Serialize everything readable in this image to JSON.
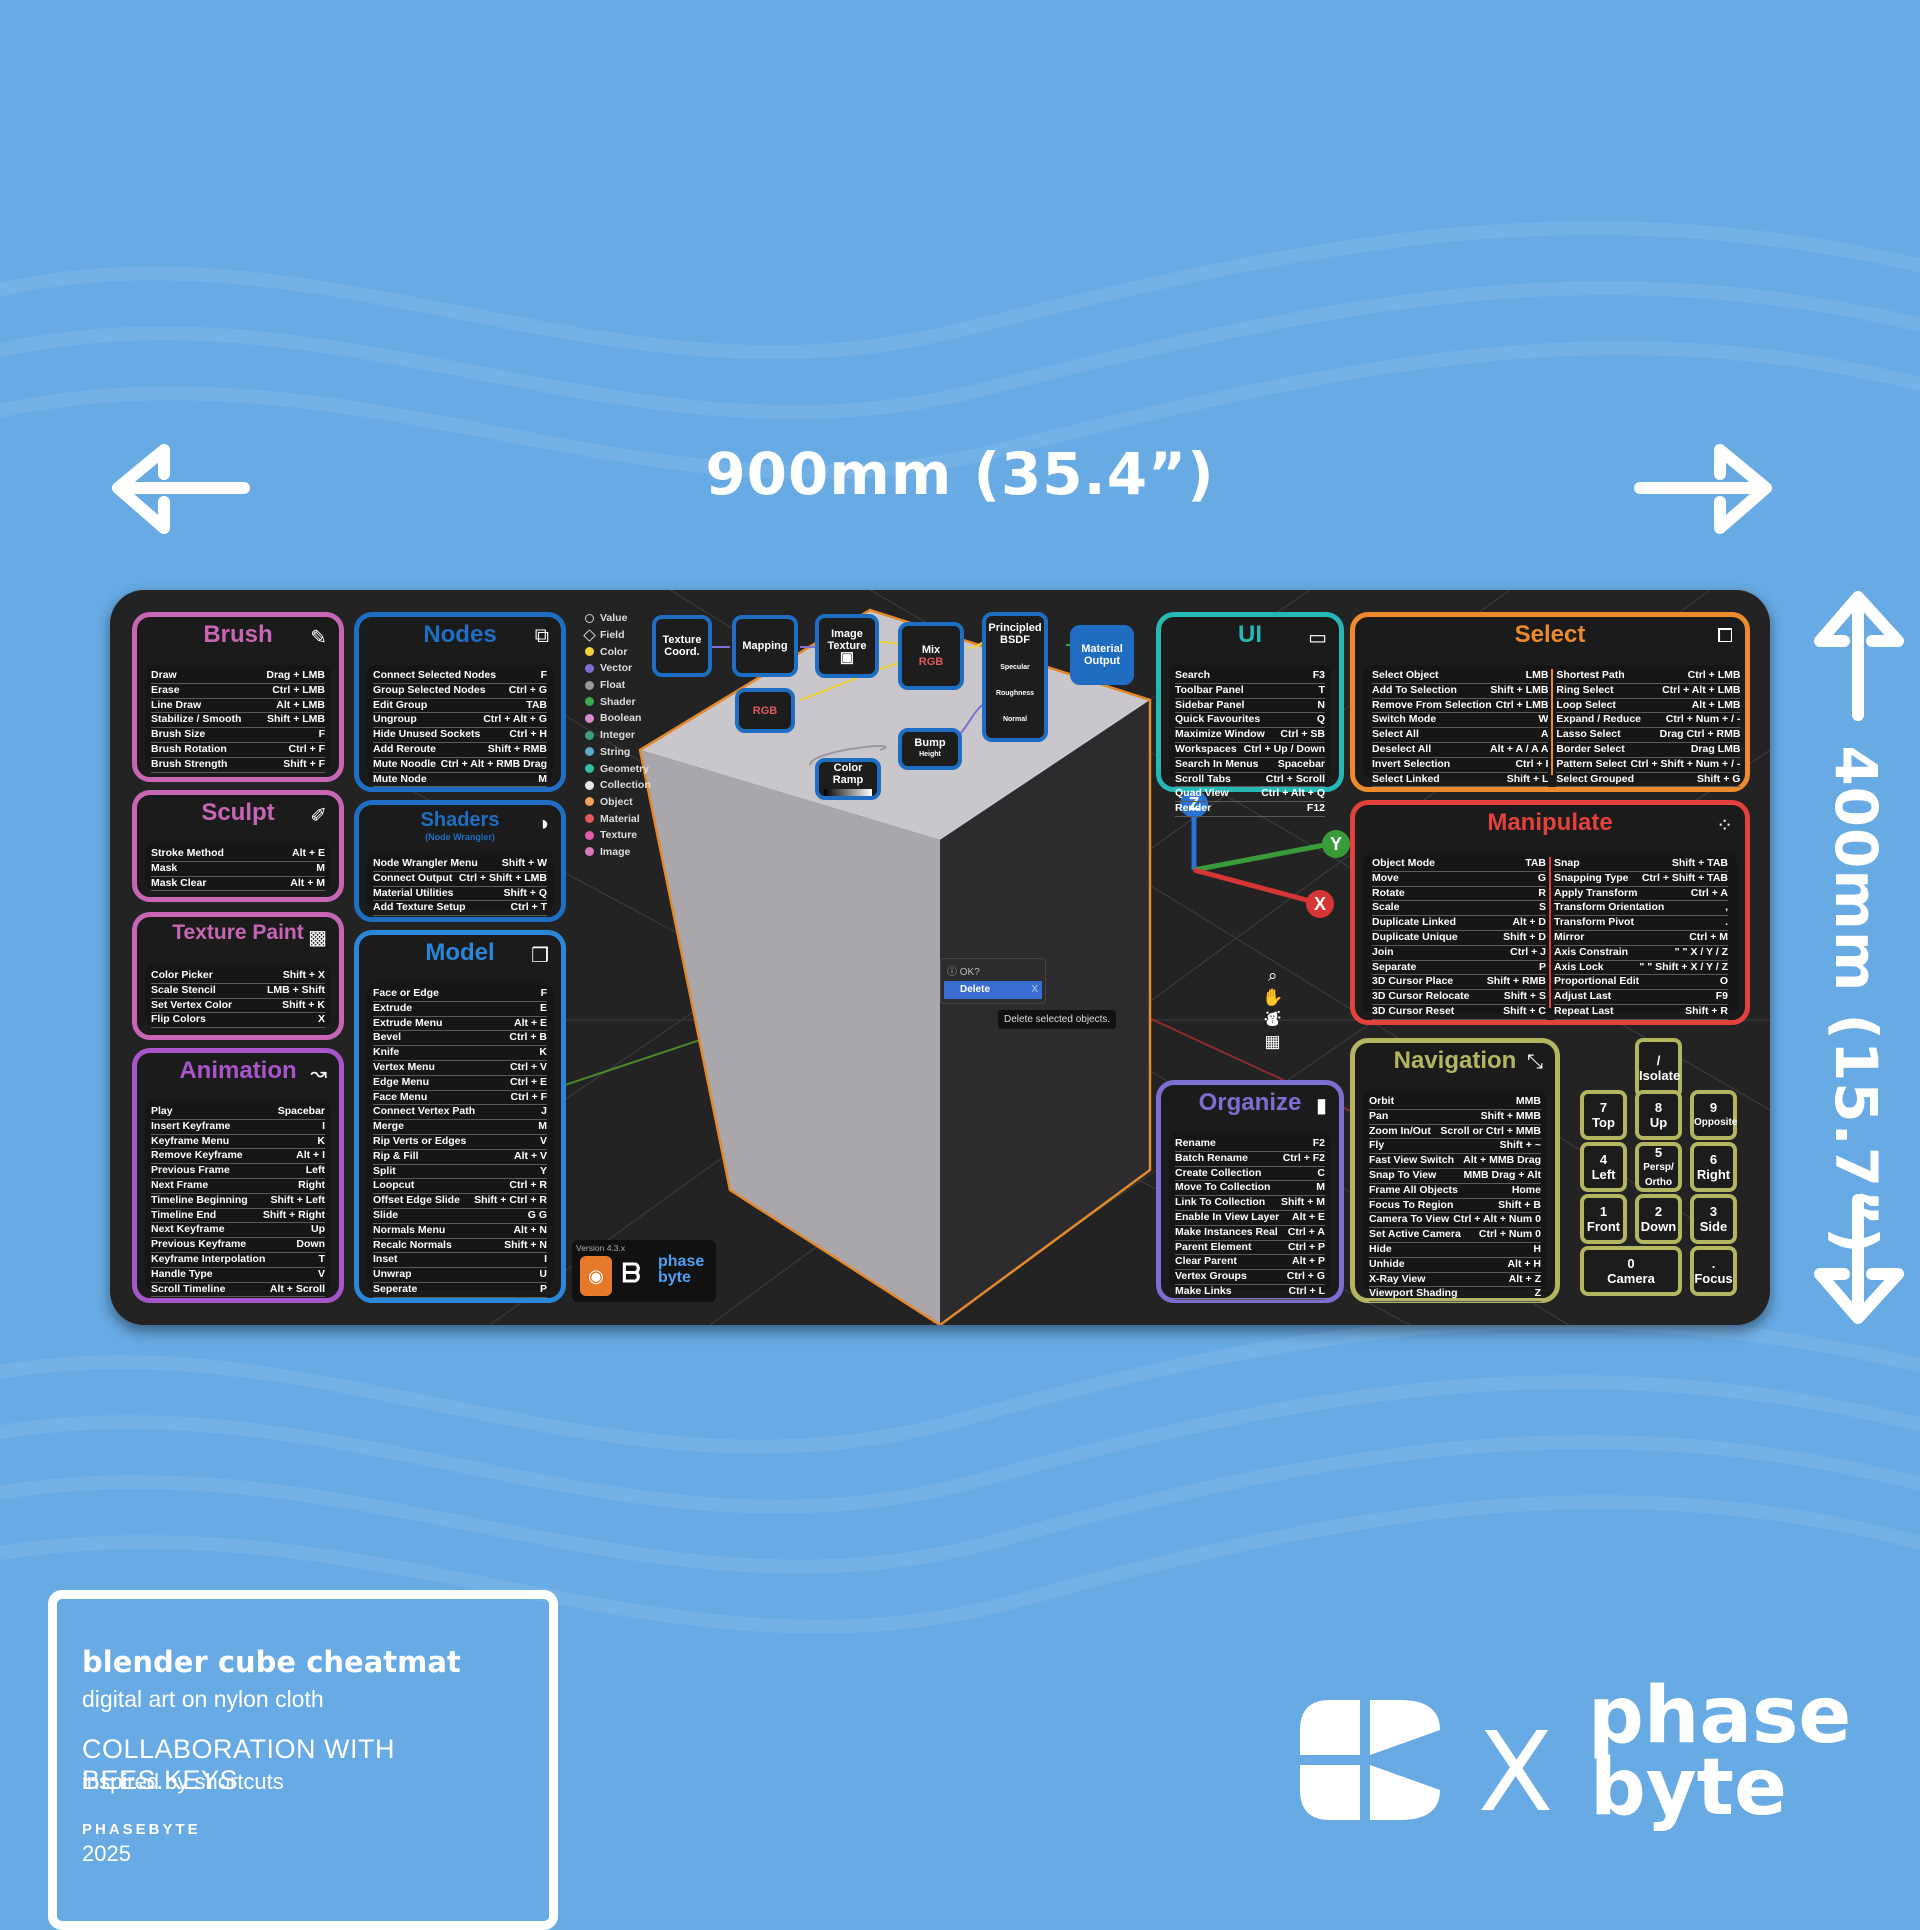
{
  "dimensions": {
    "width_label": "900mm (35.4”)",
    "height_label": "400mm (15.7”)"
  },
  "legend": [
    {
      "label": "Value",
      "color": "#cfcfcf"
    },
    {
      "label": "Field",
      "color": "#cfcfcf"
    },
    {
      "label": "Color",
      "color": "#f0d23a"
    },
    {
      "label": "Vector",
      "color": "#7d6fd6"
    },
    {
      "label": "Float",
      "color": "#9a9a9a"
    },
    {
      "label": "Shader",
      "color": "#3ea84a"
    },
    {
      "label": "Boolean",
      "color": "#d18fd0"
    },
    {
      "label": "Integer",
      "color": "#3f9e7a"
    },
    {
      "label": "String",
      "color": "#5fa6c8"
    },
    {
      "label": "Geometry",
      "color": "#2fc0a0"
    },
    {
      "label": "Collection",
      "color": "#e8e8e8"
    },
    {
      "label": "Object",
      "color": "#f0a35a"
    },
    {
      "label": "Material",
      "color": "#e05a5a"
    },
    {
      "label": "Texture",
      "color": "#e25ca8"
    },
    {
      "label": "Image",
      "color": "#d77ab8"
    }
  ],
  "nodes": {
    "texture_coord": "Texture Coord.",
    "mapping": "Mapping",
    "image_texture": "Image Texture",
    "mix": "Mix",
    "mix_rgb": "RGB",
    "principled": "Principled BSDF",
    "specular": "Specular",
    "roughness": "Roughness",
    "normal": "Normal",
    "material_output": "Material Output",
    "rgb": "RGB",
    "bump": "Bump",
    "height": "Height",
    "color_ramp": "Color Ramp"
  },
  "dialog": {
    "question": "OK?",
    "action": "Delete",
    "close": "X",
    "tooltip": "Delete selected objects."
  },
  "gizmo": {
    "z": "Z",
    "y": "Y",
    "x": "X"
  },
  "version": {
    "label": "Version 4.3.x",
    "blender": "blender",
    "brand1": "phase",
    "brand2": "byte"
  },
  "panels": {
    "brush": {
      "title": "Brush",
      "color": "#c866b6",
      "rows": [
        [
          "Draw",
          "Drag + LMB"
        ],
        [
          "Erase",
          "Ctrl + LMB"
        ],
        [
          "Line Draw",
          "Alt + LMB"
        ],
        [
          "Stabilize / Smooth",
          "Shift + LMB"
        ],
        [
          "Brush Size",
          "F"
        ],
        [
          "Brush Rotation",
          "Ctrl + F"
        ],
        [
          "Brush Strength",
          "Shift + F"
        ]
      ]
    },
    "sculpt": {
      "title": "Sculpt",
      "color": "#c866b6",
      "rows": [
        [
          "Stroke Method",
          "Alt + E"
        ],
        [
          "Mask",
          "M"
        ],
        [
          "Mask Clear",
          "Alt + M"
        ]
      ]
    },
    "texture_paint": {
      "title": "Texture Paint",
      "color": "#c866b6",
      "rows": [
        [
          "Color Picker",
          "Shift + X"
        ],
        [
          "Scale Stencil",
          "LMB + Shift"
        ],
        [
          "Set Vertex Color",
          "Shift + K"
        ],
        [
          "Flip Colors",
          "X"
        ]
      ]
    },
    "animation": {
      "title": "Animation",
      "color": "#a855c9",
      "rows": [
        [
          "Play",
          "Spacebar"
        ],
        [
          "Insert Keyframe",
          "I"
        ],
        [
          "Keyframe Menu",
          "K"
        ],
        [
          "Remove Keyframe",
          "Alt + I"
        ],
        [
          "Previous Frame",
          "Left"
        ],
        [
          "Next Frame",
          "Right"
        ],
        [
          "Timeline Beginning",
          "Shift + Left"
        ],
        [
          "Timeline End",
          "Shift + Right"
        ],
        [
          "Next Keyframe",
          "Up"
        ],
        [
          "Previous Keyframe",
          "Down"
        ],
        [
          "Keyframe Interpolation",
          "T"
        ],
        [
          "Handle Type",
          "V"
        ],
        [
          "Scroll Timeline",
          "Alt + Scroll"
        ]
      ]
    },
    "nodes": {
      "title": "Nodes",
      "color": "#1e6ec4",
      "rows": [
        [
          "Connect Selected Nodes",
          "F"
        ],
        [
          "Group Selected Nodes",
          "Ctrl + G"
        ],
        [
          "Edit Group",
          "TAB"
        ],
        [
          "Ungroup",
          "Ctrl + Alt + G"
        ],
        [
          "Hide Unused Sockets",
          "Ctrl + H"
        ],
        [
          "Add Reroute",
          "Shift + RMB"
        ],
        [
          "Mute Noodle",
          "Ctrl + Alt + RMB Drag"
        ],
        [
          "Mute Node",
          "M"
        ]
      ]
    },
    "shaders": {
      "title": "Shaders",
      "subtitle": "(Node Wrangler)",
      "color": "#1e6ec4",
      "rows": [
        [
          "Node Wrangler Menu",
          "Shift + W"
        ],
        [
          "Connect Output",
          "Ctrl + Shift + LMB"
        ],
        [
          "Material Utilities",
          "Shift + Q"
        ],
        [
          "Add Texture Setup",
          "Ctrl + T"
        ]
      ]
    },
    "model": {
      "title": "Model",
      "color": "#2a86d8",
      "rows": [
        [
          "Face or Edge",
          "F"
        ],
        [
          "Extrude",
          "E"
        ],
        [
          "Extrude Menu",
          "Alt + E"
        ],
        [
          "Bevel",
          "Ctrl + B"
        ],
        [
          "Knife",
          "K"
        ],
        [
          "Vertex Menu",
          "Ctrl + V"
        ],
        [
          "Edge Menu",
          "Ctrl + E"
        ],
        [
          "Face Menu",
          "Ctrl + F"
        ],
        [
          "Connect Vertex Path",
          "J"
        ],
        [
          "Merge",
          "M"
        ],
        [
          "Rip Verts or Edges",
          "V"
        ],
        [
          "Rip & Fill",
          "Alt + V"
        ],
        [
          "Split",
          "Y"
        ],
        [
          "Loopcut",
          "Ctrl + R"
        ],
        [
          "Offset Edge Slide",
          "Shift + Ctrl + R"
        ],
        [
          "Slide",
          "G G"
        ],
        [
          "Normals Menu",
          "Alt + N"
        ],
        [
          "Recalc Normals",
          "Shift + N"
        ],
        [
          "Inset",
          "I"
        ],
        [
          "Unwrap",
          "U"
        ],
        [
          "Seperate",
          "P"
        ]
      ]
    },
    "ui": {
      "title": "UI",
      "color": "#25b8b4",
      "rows": [
        [
          "Search",
          "F3"
        ],
        [
          "Toolbar Panel",
          "T"
        ],
        [
          "Sidebar Panel",
          "N"
        ],
        [
          "Quick Favourites",
          "Q"
        ],
        [
          "Maximize Window",
          "Ctrl + SB"
        ],
        [
          "Workspaces",
          "Ctrl + Up / Down"
        ],
        [
          "Search In Menus",
          "Spacebar"
        ],
        [
          "Scroll Tabs",
          "Ctrl + Scroll"
        ],
        [
          "Quad View",
          "Ctrl + Alt + Q"
        ],
        [
          "Render",
          "F12"
        ]
      ]
    },
    "organize": {
      "title": "Organize",
      "color": "#7b6fd2",
      "rows": [
        [
          "Rename",
          "F2"
        ],
        [
          "Batch Rename",
          "Ctrl + F2"
        ],
        [
          "Create Collection",
          "C"
        ],
        [
          "Move To Collection",
          "M"
        ],
        [
          "Link To Collection",
          "Shift + M"
        ],
        [
          "Enable In View Layer",
          "Alt + E"
        ],
        [
          "Make Instances Real",
          "Ctrl + A"
        ],
        [
          "Parent Element",
          "Ctrl + P"
        ],
        [
          "Clear Parent",
          "Alt + P"
        ],
        [
          "Vertex Groups",
          "Ctrl + G"
        ],
        [
          "Make Links",
          "Ctrl + L"
        ]
      ]
    },
    "select": {
      "title": "Select",
      "color": "#ec8a2c",
      "left": [
        [
          "Select Object",
          "LMB"
        ],
        [
          "Add To Selection",
          "Shift + LMB"
        ],
        [
          "Remove From Selection",
          "Ctrl + LMB"
        ],
        [
          "Switch Mode",
          "W"
        ],
        [
          "Select All",
          "A"
        ],
        [
          "Deselect All",
          "Alt + A / A A"
        ],
        [
          "Invert Selection",
          "Ctrl + I"
        ],
        [
          "Select Linked",
          "Shift + L"
        ]
      ],
      "right": [
        [
          "Shortest Path",
          "Ctrl + LMB"
        ],
        [
          "Ring Select",
          "Ctrl + Alt + LMB"
        ],
        [
          "Loop Select",
          "Alt + LMB"
        ],
        [
          "Expand / Reduce",
          "Ctrl + Num + / -"
        ],
        [
          "Lasso Select",
          "Drag Ctrl + RMB"
        ],
        [
          "Border Select",
          "Drag LMB"
        ],
        [
          "Pattern Select",
          "Ctrl + Shift + Num + / -"
        ],
        [
          "Select Grouped",
          "Shift + G"
        ]
      ]
    },
    "manipulate": {
      "title": "Manipulate",
      "color": "#e2413c",
      "left": [
        [
          "Object Mode",
          "TAB"
        ],
        [
          "Move",
          "G"
        ],
        [
          "Rotate",
          "R"
        ],
        [
          "Scale",
          "S"
        ],
        [
          "Duplicate Linked",
          "Alt + D"
        ],
        [
          "Duplicate Unique",
          "Shift + D"
        ],
        [
          "Join",
          "Ctrl + J"
        ],
        [
          "Separate",
          "P"
        ],
        [
          "3D Cursor Place",
          "Shift + RMB"
        ],
        [
          "3D Cursor Relocate",
          "Shift + S"
        ],
        [
          "3D Cursor Reset",
          "Shift + C"
        ]
      ],
      "right": [
        [
          "Snap",
          "Shift + TAB"
        ],
        [
          "Snapping Type",
          "Ctrl + Shift + TAB"
        ],
        [
          "Apply Transform",
          "Ctrl + A"
        ],
        [
          "Transform Orientation",
          ","
        ],
        [
          "Transform Pivot",
          "."
        ],
        [
          "Mirror",
          "Ctrl + M"
        ],
        [
          "Axis Constrain",
          "\" \" X / Y / Z"
        ],
        [
          "Axis Lock",
          "\" \" Shift + X / Y / Z"
        ],
        [
          "Proportional Edit",
          "O"
        ],
        [
          "Adjust Last",
          "F9"
        ],
        [
          "Repeat Last",
          "Shift + R"
        ]
      ]
    },
    "navigation": {
      "title": "Navigation",
      "color": "#b3b561",
      "rows": [
        [
          "Orbit",
          "MMB"
        ],
        [
          "Pan",
          "Shift + MMB"
        ],
        [
          "Zoom In/Out",
          "Scroll or Ctrl + MMB"
        ],
        [
          "Fly",
          "Shift + ~"
        ],
        [
          "Fast View Switch",
          "Alt + MMB Drag"
        ],
        [
          "Snap To View",
          "MMB Drag + Alt"
        ],
        [
          "Frame All Objects",
          "Home"
        ],
        [
          "Focus To Region",
          "Shift + B"
        ],
        [
          "Camera To View",
          "Ctrl + Alt + Num 0"
        ],
        [
          "Set Active Camera",
          "Ctrl + Num 0"
        ],
        [
          "Hide",
          "H"
        ],
        [
          "Unhide",
          "Alt + H"
        ],
        [
          "X-Ray View",
          "Alt + Z"
        ],
        [
          "Viewport Shading",
          "Z"
        ]
      ]
    }
  },
  "numpad": [
    {
      "num": "/",
      "label": "Isolate"
    },
    {
      "num": "7",
      "label": "Top"
    },
    {
      "num": "8",
      "label": "Up"
    },
    {
      "num": "9",
      "label": "Opposite"
    },
    {
      "num": "4",
      "label": "Left"
    },
    {
      "num": "5",
      "label": "Persp/ Ortho"
    },
    {
      "num": "6",
      "label": "Right"
    },
    {
      "num": "1",
      "label": "Front"
    },
    {
      "num": "2",
      "label": "Down"
    },
    {
      "num": "3",
      "label": "Side"
    },
    {
      "num": "0",
      "label": "Camera"
    },
    {
      "num": ".",
      "label": "Focus"
    }
  ],
  "info": {
    "title": "blender cube cheatmat",
    "medium": "digital art on nylon cloth",
    "collab": "COLLABORATION WITH BEES.KEYS",
    "tagline": "inspired by shortcuts",
    "brand": "PHASEBYTE",
    "year": "2025"
  },
  "branding": {
    "x": "X",
    "phase": "phase",
    "byte": "byte"
  }
}
